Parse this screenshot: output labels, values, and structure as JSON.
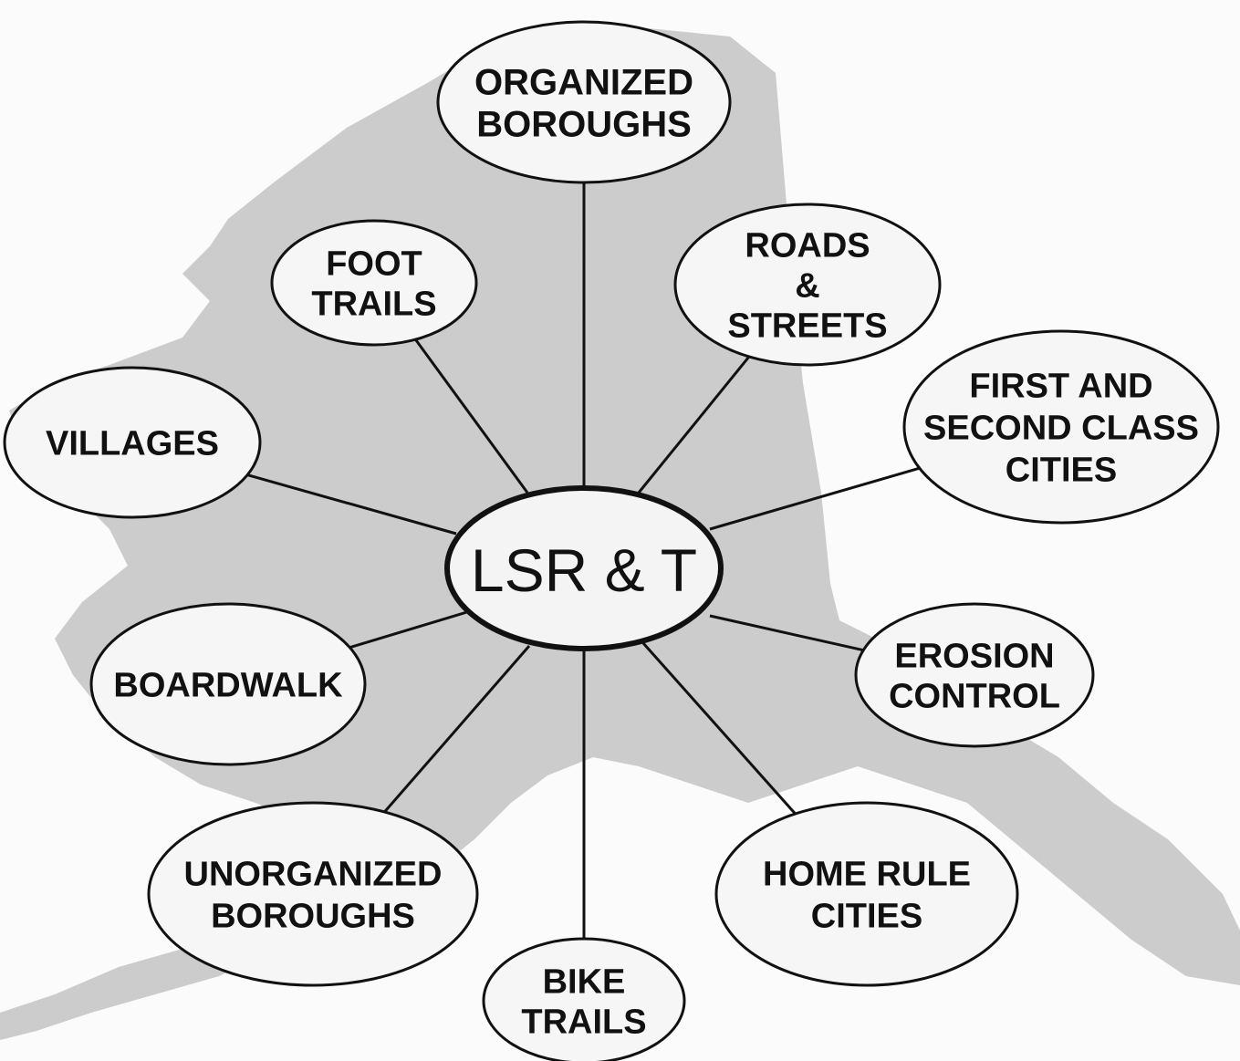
{
  "center": {
    "label": "LSR & T"
  },
  "nodes": [
    {
      "id": "organized-boroughs",
      "lines": [
        "ORGANIZED",
        "BOROUGHS"
      ]
    },
    {
      "id": "roads-streets",
      "lines": [
        "ROADS",
        "&",
        "STREETS"
      ]
    },
    {
      "id": "first-second-class-cities",
      "lines": [
        "FIRST AND",
        "SECOND CLASS",
        "CITIES"
      ]
    },
    {
      "id": "erosion-control",
      "lines": [
        "EROSION",
        "CONTROL"
      ]
    },
    {
      "id": "home-rule-cities",
      "lines": [
        "HOME RULE",
        "CITIES"
      ]
    },
    {
      "id": "bike-trails",
      "lines": [
        "BIKE",
        "TRAILS"
      ]
    },
    {
      "id": "unorganized-boroughs",
      "lines": [
        "UNORGANIZED",
        "BOROUGHS"
      ]
    },
    {
      "id": "boardwalk",
      "lines": [
        "BOARDWALK"
      ]
    },
    {
      "id": "villages",
      "lines": [
        "VILLAGES"
      ]
    },
    {
      "id": "foot-trails",
      "lines": [
        "FOOT",
        "TRAILS"
      ]
    }
  ],
  "background": {
    "description_icon": "alaska-map-silhouette",
    "map_color": "#c9c9c9"
  }
}
